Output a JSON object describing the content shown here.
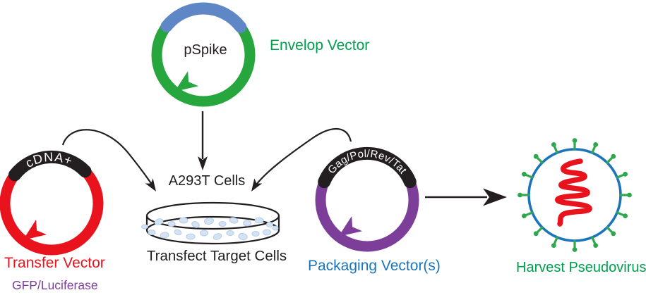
{
  "colors": {
    "envelope_green": "#27A63D",
    "label_green": "#00A04E",
    "insert_blue": "#5F86C5",
    "transfer_red": "#E8131C",
    "packaging_purple": "#7C3E98",
    "label_blue": "#1B74BC",
    "label_purple": "#7B3F99",
    "ink_black": "#231F20",
    "virus_blue": "#1B74BC",
    "spike_green": "#2FA84D",
    "rna_red": "#E8131C",
    "cell_fill": "#D3E3F4",
    "cell_edge": "#B7CCE4"
  },
  "envelope_vector": {
    "plasmid_name": "pSpike",
    "label": "Envelop Vector"
  },
  "transfer_vector": {
    "insert_label": "cDNA+",
    "label": "Transfer Vector",
    "cargo_note": "GFP/Luciferase"
  },
  "packaging_vector": {
    "insert_label": "Gag/Pol/Rev/Tat",
    "label": "Packaging Vector(s)"
  },
  "cells": {
    "name": "A293T Cells",
    "action": "Transfect Target Cells"
  },
  "harvest": {
    "label": "Harvest Pseudovirus"
  }
}
